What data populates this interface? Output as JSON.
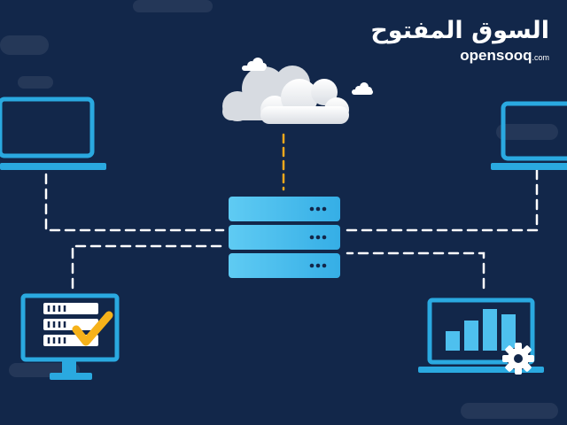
{
  "brand": {
    "arabic_name": "السوق المفتوح",
    "latin_name": "opensooq",
    "latin_tld": ".com"
  },
  "colors": {
    "background": "#12274a",
    "device_accent": "#2aa9e0",
    "server_light": "#4ec0ee",
    "connector_line": "#ffffff",
    "cloud_link_line": "#f0a81c",
    "check_mark": "#f6b21a",
    "cloud": "#ffffff"
  },
  "icons": [
    "cloud-icon",
    "server-rack-icon",
    "laptop-icon",
    "monitor-icon",
    "checklist-icon",
    "check-mark-icon",
    "bar-chart-icon",
    "gear-icon"
  ]
}
